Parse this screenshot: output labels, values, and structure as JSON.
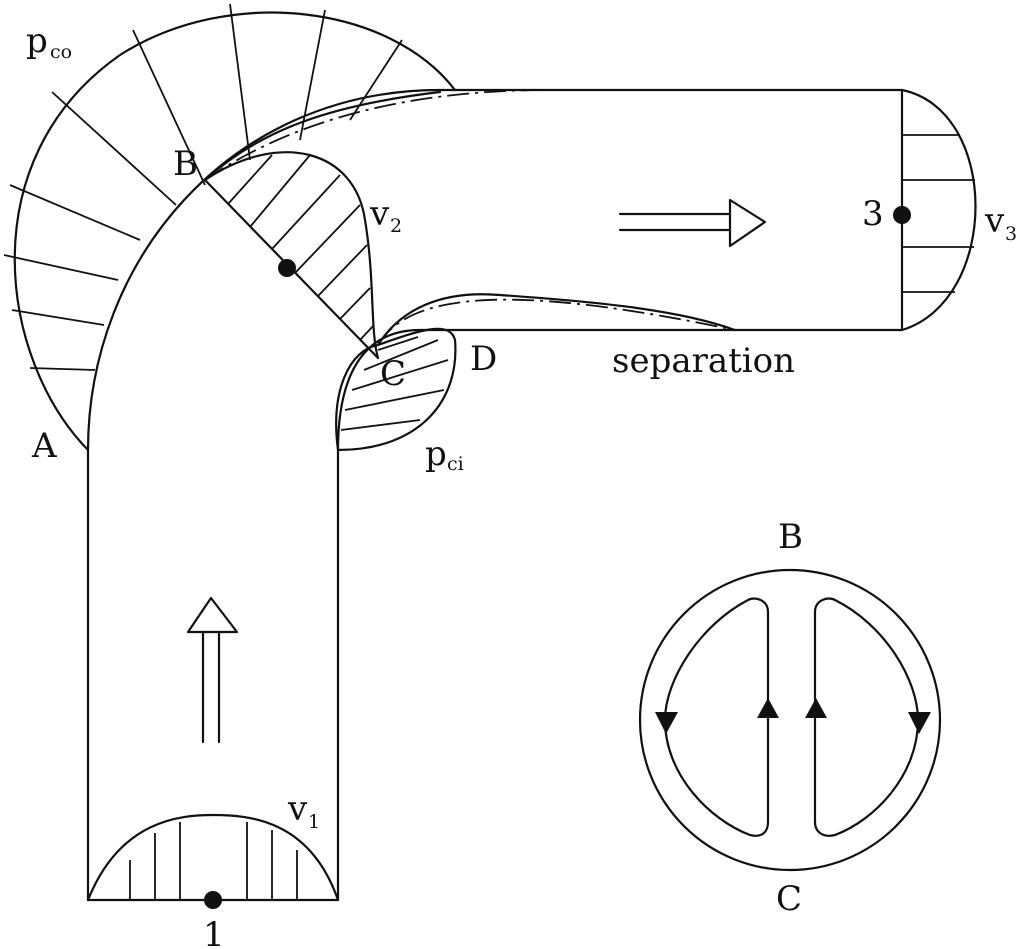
{
  "labels": {
    "p_co": "p",
    "p_co_sub": "co",
    "p_ci": "p",
    "p_ci_sub": "ci",
    "A": "A",
    "B": "B",
    "C": "C",
    "D": "D",
    "v1": "v",
    "v1_sub": "1",
    "v2": "v",
    "v2_sub": "2",
    "v3": "v",
    "v3_sub": "3",
    "station1": "1",
    "station3": "3",
    "separation": "separation",
    "section_B": "B",
    "section_C": "C"
  },
  "colors": {
    "ink": "#111111",
    "background": "#ffffff"
  }
}
